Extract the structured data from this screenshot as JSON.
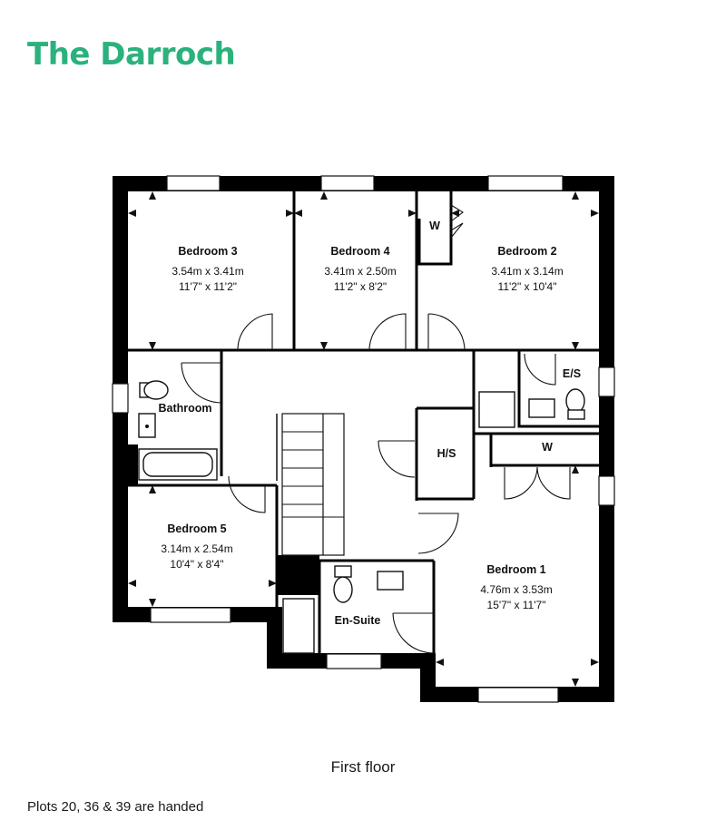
{
  "title": "The Darroch",
  "floor_label": "First floor",
  "note": "Plots 20, 36 & 39 are handed",
  "rooms": {
    "bedroom3": {
      "name": "Bedroom 3",
      "metric": "3.54m x 3.41m",
      "imperial": "11'7\" x 11'2\""
    },
    "bedroom4": {
      "name": "Bedroom 4",
      "metric": "3.41m x 2.50m",
      "imperial": "11'2\" x 8'2\""
    },
    "bedroom2": {
      "name": "Bedroom 2",
      "metric": "3.41m x 3.14m",
      "imperial": "11'2\" x 10'4\""
    },
    "bedroom5": {
      "name": "Bedroom 5",
      "metric": "3.14m x 2.54m",
      "imperial": "10'4\" x 8'4\""
    },
    "bedroom1": {
      "name": "Bedroom 1",
      "metric": "4.76m x 3.53m",
      "imperial": "15'7\" x 11'7\""
    },
    "bathroom": {
      "name": "Bathroom"
    },
    "ensuite_main": {
      "name": "En-Suite"
    },
    "ensuite_small": {
      "name": "E/S"
    },
    "hot_store": {
      "name": "H/S"
    },
    "wardrobe_b2": {
      "name": "W"
    },
    "wardrobe_b1": {
      "name": "W"
    }
  },
  "colors": {
    "title": "#2bb27c",
    "walls": "#000000",
    "text": "#111111"
  }
}
